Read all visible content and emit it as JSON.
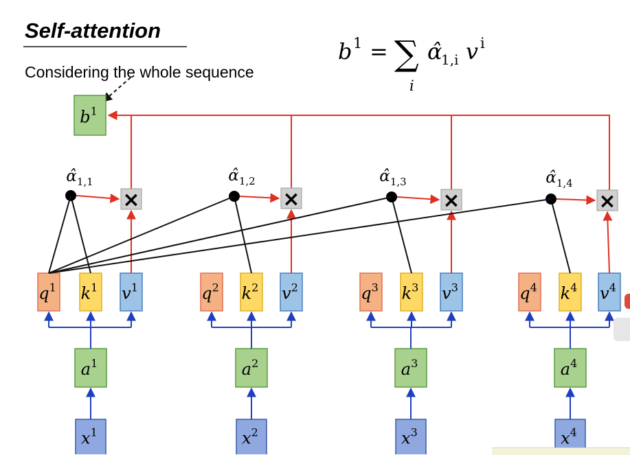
{
  "title": "Self-attention",
  "subtitle": "Considering the whole sequence",
  "formula": {
    "lhs": "b",
    "lhs_sup": "1",
    "equals": "=",
    "sum": "∑",
    "sum_index": "i",
    "alpha": "α̂",
    "alpha_sub": "1,i",
    "v": "v",
    "v_sup": "i"
  },
  "output": {
    "symbol": "b",
    "sup": "1"
  },
  "multiply_symbol": "×",
  "columns": [
    {
      "alpha": "α̂",
      "alpha_sub": "1,1",
      "q": "q",
      "k": "k",
      "v": "v",
      "a": "a",
      "x": "x",
      "index": "1"
    },
    {
      "alpha": "α̂",
      "alpha_sub": "1,2",
      "q": "q",
      "k": "k",
      "v": "v",
      "a": "a",
      "x": "x",
      "index": "2"
    },
    {
      "alpha": "α̂",
      "alpha_sub": "1,3",
      "q": "q",
      "k": "k",
      "v": "v",
      "a": "a",
      "x": "x",
      "index": "3"
    },
    {
      "alpha": "α̂",
      "alpha_sub": "1,4",
      "q": "q",
      "k": "k",
      "v": "v",
      "a": "a",
      "x": "x",
      "index": "4"
    }
  ],
  "colors": {
    "query_fill": "#f4b183",
    "query_stroke": "#e07050",
    "key_fill": "#ffd966",
    "key_stroke": "#e0b020",
    "value_fill": "#9dc3e6",
    "value_stroke": "#4a7fbf",
    "embed_fill": "#a9d18e",
    "embed_stroke": "#5a9a40",
    "input_fill": "#8fa9e0",
    "input_stroke": "#3a5aa8",
    "red_line": "#e03020",
    "blue_line": "#1f3fbf",
    "black_line": "#111111",
    "mult_fill": "#d0d0d0"
  }
}
